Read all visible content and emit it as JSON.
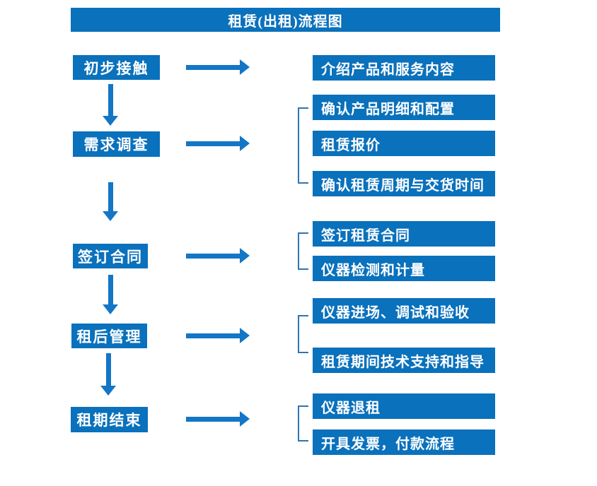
{
  "title": "租赁(出租)流程图",
  "colors": {
    "box_blue": "#0A71BC",
    "arrow_blue": "#1376C6",
    "bracket_blue": "#2E75B6",
    "text": "#FFFFFF",
    "background": "#FFFFFF"
  },
  "steps": [
    {
      "label": "初步接触",
      "outputs": [
        "介绍产品和服务内容"
      ]
    },
    {
      "label": "需求调查",
      "outputs": [
        "确认产品明细和配置",
        "租赁报价",
        "确认租赁周期与交货时间"
      ]
    },
    {
      "label": "签订合同",
      "outputs": [
        "签订租赁合同",
        "仪器检测和计量"
      ]
    },
    {
      "label": "租后管理",
      "outputs": [
        "仪器进场、调试和验收",
        "租赁期间技术支持和指导"
      ]
    },
    {
      "label": "租期结束",
      "outputs": [
        "仪器退租",
        "开具发票，付款流程"
      ]
    }
  ]
}
